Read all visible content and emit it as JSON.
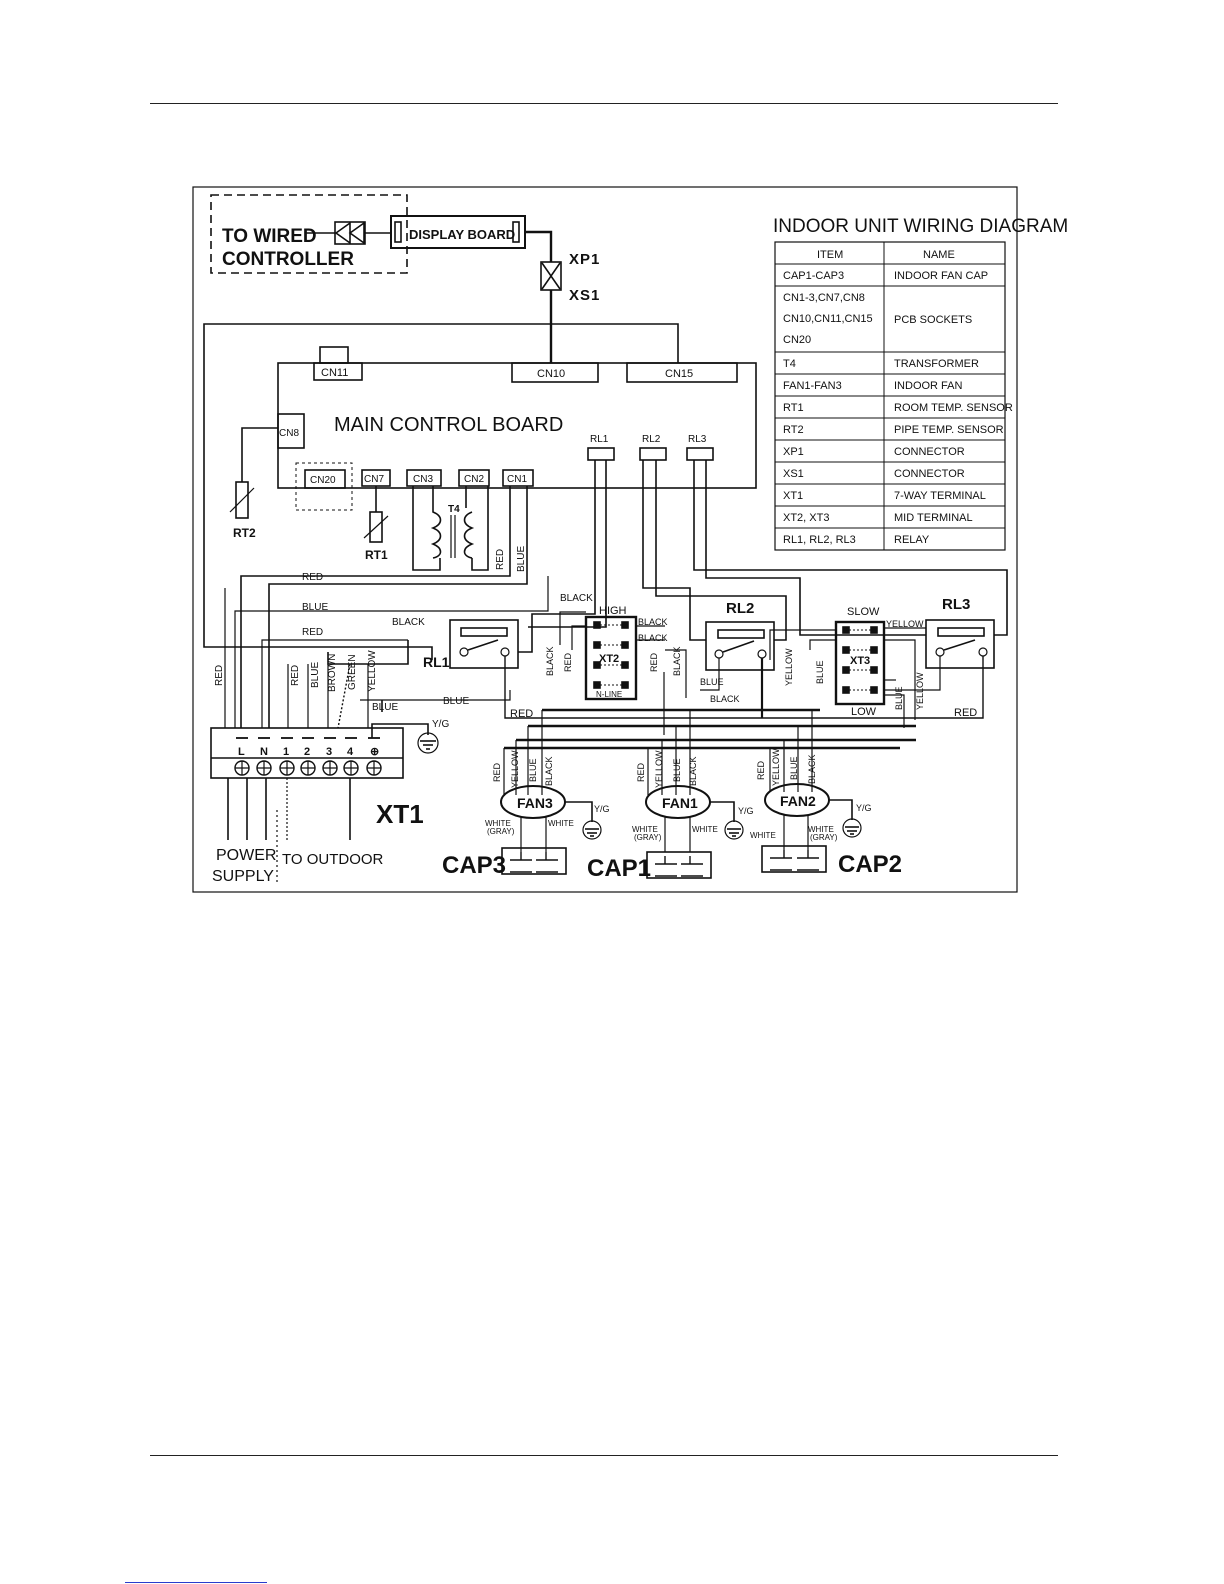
{
  "diagram": {
    "title": "INDOOR UNIT WIRING DIAGRAM",
    "wired_controller": [
      "TO WIRED",
      "CONTROLLER"
    ],
    "display_board": "DISPLAY BOARD",
    "xp1": "XP1",
    "xs1": "XS1",
    "main_board": "MAIN CONTROL BOARD",
    "cn11": "CN11",
    "cn10": "CN10",
    "cn15": "CN15",
    "cn8": "CN8",
    "cn20": "CN20",
    "cn7": "CN7",
    "cn3": "CN3",
    "cn2": "CN2",
    "cn1": "CN1",
    "t4": "T4",
    "rt1": "RT1",
    "rt2": "RT2",
    "rl1": "RL1",
    "rl2": "RL2",
    "rl3": "RL3",
    "xt1": "XT1",
    "xt2": "XT2",
    "xt3": "XT3",
    "high": "HIGH",
    "n_line": "N-LINE",
    "slow": "SLOW",
    "low": "LOW",
    "fan1": "FAN1",
    "fan2": "FAN2",
    "fan3": "FAN3",
    "cap1": "CAP1",
    "cap2": "CAP2",
    "cap3": "CAP3",
    "yg": "Y/G",
    "power_supply": [
      "POWER",
      "SUPPLY"
    ],
    "to_outdoor": "TO OUTDOOR",
    "terminal_labels": [
      "L",
      "N",
      "1",
      "2",
      "3",
      "4",
      "⊕"
    ],
    "wire": {
      "red": "RED",
      "blue": "BLUE",
      "black": "BLACK",
      "brown": "BROWN",
      "green": "GREEN",
      "yellow": "YELLOW",
      "white": "WHITE",
      "white_gray": [
        "WHITE",
        "(GRAY)"
      ]
    }
  },
  "legend": {
    "header": [
      "ITEM",
      "NAME"
    ],
    "rows": [
      {
        "item": [
          "CAP1-CAP3"
        ],
        "name": "INDOOR FAN CAP"
      },
      {
        "item": [
          "CN1-3,CN7,CN8",
          "CN10,CN11,CN15",
          "CN20"
        ],
        "name": "PCB SOCKETS"
      },
      {
        "item": [
          "T4"
        ],
        "name": "TRANSFORMER"
      },
      {
        "item": [
          "FAN1-FAN3"
        ],
        "name": "INDOOR FAN"
      },
      {
        "item": [
          "RT1"
        ],
        "name": "ROOM TEMP. SENSOR"
      },
      {
        "item": [
          "RT2"
        ],
        "name": "PIPE TEMP. SENSOR"
      },
      {
        "item": [
          "XP1"
        ],
        "name": "CONNECTOR"
      },
      {
        "item": [
          "XS1"
        ],
        "name": "CONNECTOR"
      },
      {
        "item": [
          "XT1"
        ],
        "name": "7-WAY TERMINAL"
      },
      {
        "item": [
          "XT2, XT3"
        ],
        "name": "MID TERMINAL"
      },
      {
        "item": [
          "RL1, RL2, RL3"
        ],
        "name": "RELAY"
      }
    ]
  }
}
